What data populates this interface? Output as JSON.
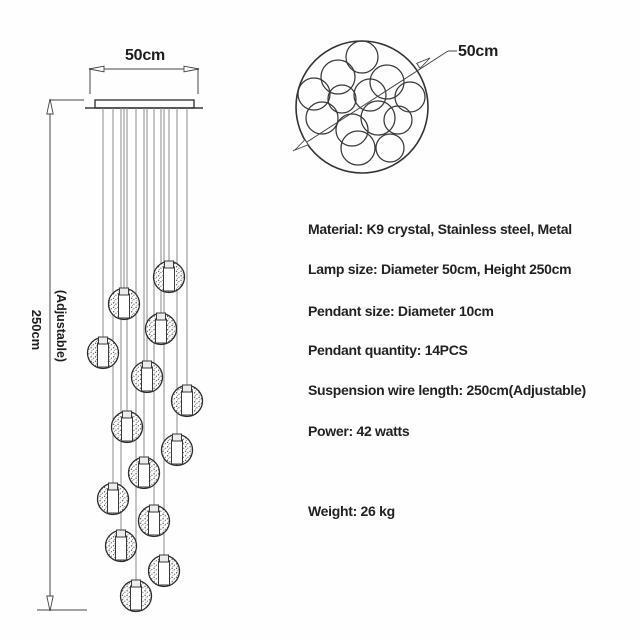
{
  "diagram": {
    "elevation": {
      "width_label": "50cm",
      "height_label": "250cm",
      "height_note": "(Adjustable)"
    },
    "top_view": {
      "diameter_label": "50cm"
    }
  },
  "specs": {
    "lines": [
      "Material: K9 crystal, Stainless steel, Metal",
      "Lamp size: Diameter 50cm, Height 250cm",
      "Pendant size: Diameter 10cm",
      "Pendant quantity: 14PCS",
      "Suspension wire length: 250cm(Adjustable)",
      "Power: 42 watts",
      "Weight: 26 kg"
    ]
  },
  "colors": {
    "line": "#3a3a3a",
    "text": "#222222",
    "background": "#fefefe"
  }
}
